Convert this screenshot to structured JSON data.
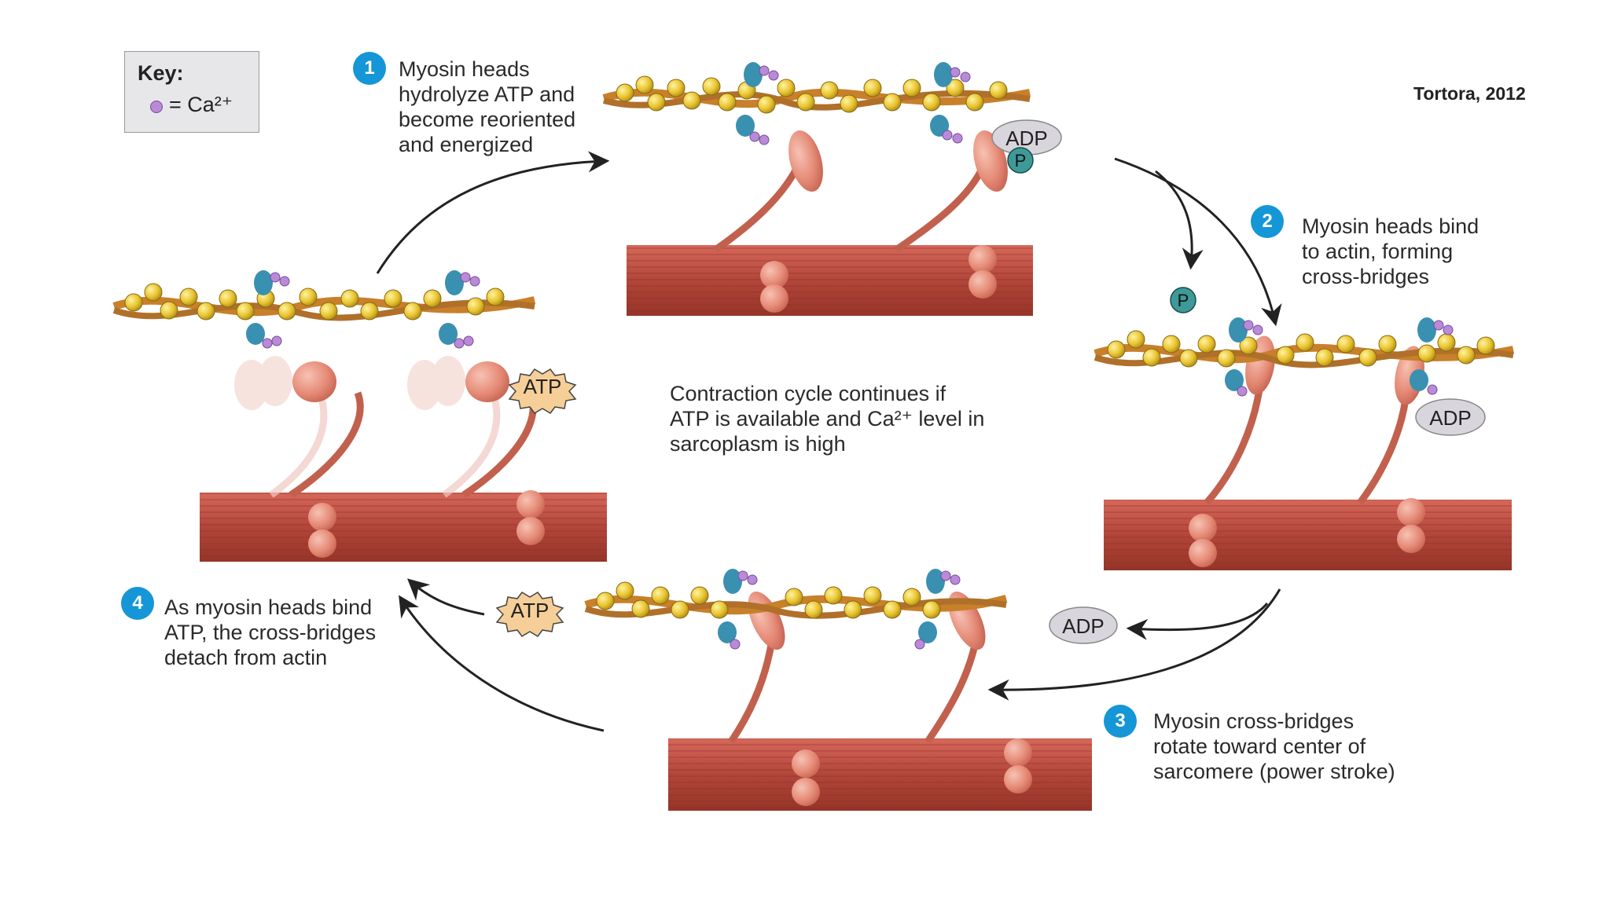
{
  "key": {
    "title": "Key:",
    "ca_label": "= Ca²⁺"
  },
  "credit": "Tortora, 2012",
  "steps": [
    {
      "number": "1",
      "text": "Myosin heads\nhydrolyze ATP and\nbecome reoriented\nand energized"
    },
    {
      "number": "2",
      "text": "Myosin heads bind\nto actin, forming\ncross-bridges"
    },
    {
      "number": "3",
      "text": "Myosin cross-bridges\nrotate toward center of\nsarcomere (power stroke)"
    },
    {
      "number": "4",
      "text": "As myosin heads bind\nATP, the cross-bridges\ndetach from actin"
    }
  ],
  "center_text": "Contraction cycle continues if\nATP is available and Ca²⁺ level in\nsarcoplasm is high",
  "labels": {
    "adp": "ADP",
    "p": "P",
    "atp": "ATP"
  },
  "colors": {
    "step_badge": "#1596d6",
    "thick_filament": "#b2463a",
    "actin_bead": "#e9c430",
    "tropomyosin": "#c8802a",
    "troponin": "#3a90b0",
    "calcium": "#b98ad6",
    "myosin_head": "#e58a76",
    "adp_bubble": "#d8d5dc",
    "phosphate": "#3e9a98",
    "atp_burst": "#f6cf98"
  }
}
